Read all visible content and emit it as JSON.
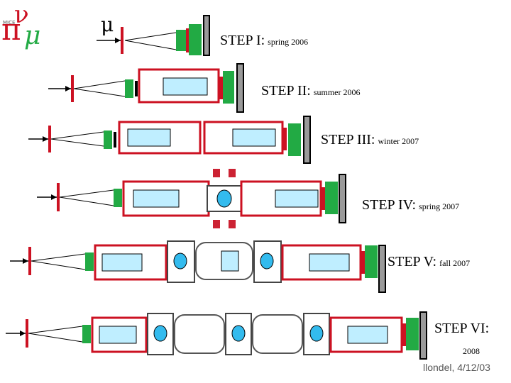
{
  "logo": {
    "pi": "π",
    "nu": "ν",
    "mu": "μ",
    "small_text": "MICE"
  },
  "beam_symbol": "μ",
  "steps": [
    {
      "label": "STEP I:",
      "date": "spring 2006"
    },
    {
      "label": "STEP II:",
      "date": "summer 2006"
    },
    {
      "label": "STEP III:",
      "date": "winter 2007"
    },
    {
      "label": "STEP IV:",
      "date": "spring 2007"
    },
    {
      "label": "STEP V:",
      "date": "fall 2007"
    },
    {
      "label": "STEP VI:",
      "date": "2008"
    }
  ],
  "footer": "llondel, 4/12/03",
  "colors": {
    "red": "#cc1122",
    "green": "#22aa44",
    "grey": "#9a9a9a",
    "cyan": "#bfeeff",
    "rf_blue": "#33bbee",
    "coil": "#cc2233"
  }
}
